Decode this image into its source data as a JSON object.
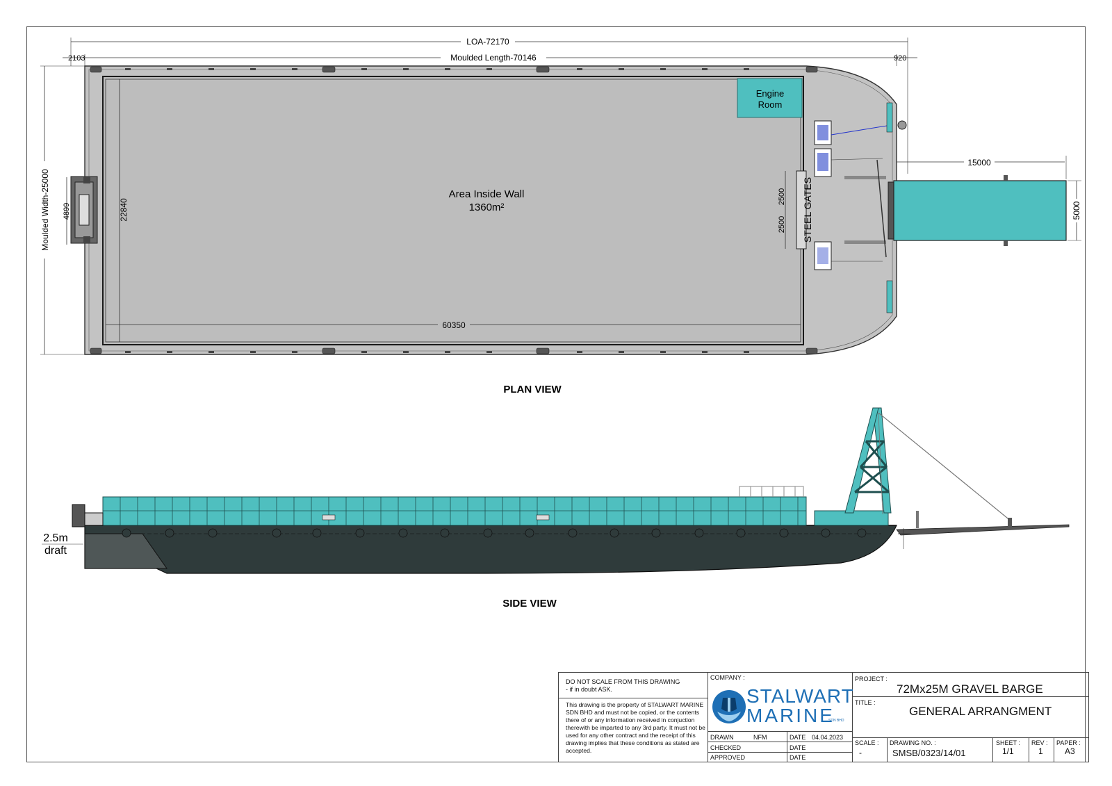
{
  "plan_view": {
    "label": "PLAN VIEW",
    "loa": "LOA-72170",
    "moulded_length": "Moulded Length-70146",
    "aft_offset": "2103",
    "fwd_offset": "920",
    "moulded_width": "Moulded Width-25000",
    "inner_width": "22840",
    "winch_width": "4899",
    "inner_length": "60350",
    "area_title": "Area Inside Wall",
    "area_value": "1360m²",
    "engine_room_line1": "Engine",
    "engine_room_line2": "Room",
    "gates_label": "STEEL GATES",
    "gate_dim_1": "2500",
    "gate_dim_2": "2500",
    "ramp_length": "15000",
    "ramp_width": "5000"
  },
  "side_view": {
    "label": "SIDE VIEW",
    "draft_value": "2.5m",
    "draft_label": "draft"
  },
  "title_block": {
    "disclaimer_1": "DO NOT SCALE FROM THIS DRAWING",
    "disclaimer_2": " - if in doubt ASK.",
    "property_notice": "This drawing is the property of STALWART MARINE SDN BHD and must not be copied, or the contents there of or any information received in conjuction therewith be imparted to any 3rd party. It must not be used for any other contract and the receipt of this drawing implies that these conditions as stated are accepted.",
    "company_label": "COMPANY :",
    "logo_line1": "STALWART",
    "logo_line2": "MARINE",
    "logo_sub": "SDN BHD",
    "drawn_label": "DRAWN",
    "drawn_by": "NFM",
    "checked_label": "CHECKED",
    "approved_label": "APPROVED",
    "date_label": "DATE",
    "drawn_date": "04.04.2023",
    "project_label": "PROJECT :",
    "project": "72Mx25M GRAVEL BARGE",
    "title_label": "TITLE :",
    "title": "GENERAL ARRANGMENT",
    "scale_label": "SCALE :",
    "scale": "-",
    "drawing_no_label": "DRAWING NO. :",
    "drawing_no": "SMSB/0323/14/01",
    "sheet_label": "SHEET :",
    "sheet": "1/1",
    "rev_label": "REV :",
    "rev": "1",
    "paper_label": "PAPER :",
    "paper": "A3"
  },
  "colors": {
    "teal": "#4fbfbf",
    "deck_grey": "#c3c3c3",
    "hull_dark": "#2f3b3b",
    "line": "#222222"
  }
}
